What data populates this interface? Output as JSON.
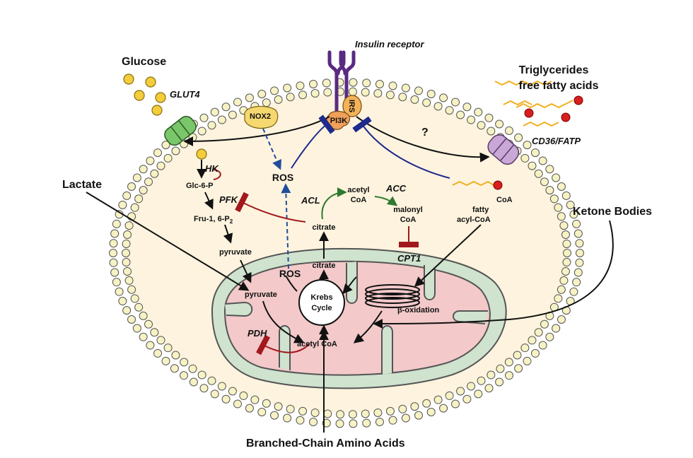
{
  "labels": {
    "insulin_receptor": "Insulin receptor",
    "glucose": "Glucose",
    "glut4": "GLUT4",
    "triglycerides": "Triglycerides",
    "free_fatty_acids": "free fatty acids",
    "cd36_fatp": "CD36/FATP",
    "lactate": "Lactate",
    "ketone_bodies": "Ketone Bodies",
    "bcaa": "Branched-Chain Amino Acids",
    "nox2": "NOX2",
    "irs": "IRS",
    "pi3k": "PI3K",
    "question": "?",
    "ros_cyto": "ROS",
    "ros_mito": "ROS",
    "hk": "HK",
    "glc6p": "Glc-6-P",
    "pfk": "PFK",
    "fru16p2_main": "Fru-1, 6-P",
    "fru16p2_sub": "2",
    "pyruvate_cyto": "pyruvate",
    "pyruvate_mito": "pyruvate",
    "acl": "ACL",
    "acetyl_coa_cyto_1": "acetyl",
    "acetyl_coa_cyto_2": "CoA",
    "acc": "ACC",
    "malonyl_coa_1": "malonyl",
    "malonyl_coa_2": "CoA",
    "citrate_cyto": "citrate",
    "citrate_mito": "citrate",
    "cpt1": "CPT1",
    "coa": "CoA",
    "fatty_acyl_coa_1": "fatty",
    "fatty_acyl_coa_2": "acyl-CoA",
    "krebs_1": "Krebs",
    "krebs_2": "Cycle",
    "beta_oxidation": "β-oxidation",
    "pdh": "PDH",
    "acetyl_coa_mito": "acetyl CoA"
  },
  "colors": {
    "cytoplasm": "#fdf3de",
    "membrane_head": "#f7f2c4",
    "membrane_outline": "#555555",
    "mito_outer": "#cfe3cf",
    "mito_matrix": "#f3c9c9",
    "receptor": "#5a2a82",
    "irs": "#f4b35a",
    "pi3k": "#f0a05a",
    "nox2": "#f5d870",
    "glut4": "#7ac66a",
    "cd36": "#c9a7d6",
    "glucose": "#f3cd3a",
    "fatty_acid": "#f0b020",
    "fa_head": "#d81e1e",
    "inhibit": "#a3181c",
    "ros_arrow": "#1f4e9c",
    "activation": "#2e7a2e",
    "insulin_inhibit": "#1f2a8c"
  }
}
